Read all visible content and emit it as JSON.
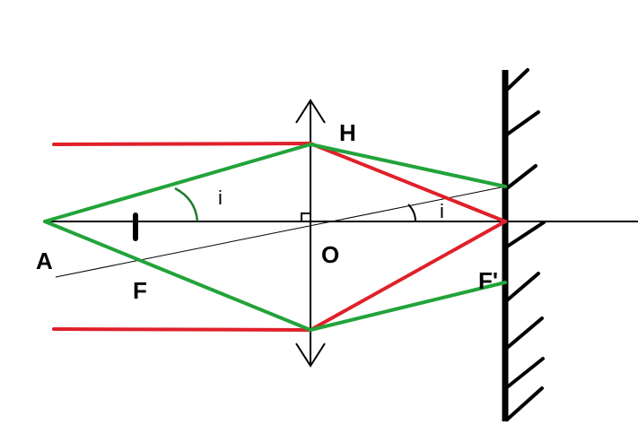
{
  "colors": {
    "background": "#ffffff",
    "axis": "#000000",
    "red_ray": "#e0202a",
    "green_ray": "#22a33a",
    "angle_arc": "#1f7a30"
  },
  "labels": {
    "point_a": "A",
    "focus_f": "F",
    "center_o": "O",
    "point_h": "H",
    "focus_f_prime": "F'",
    "angle_left": "i",
    "angle_right": "i"
  }
}
